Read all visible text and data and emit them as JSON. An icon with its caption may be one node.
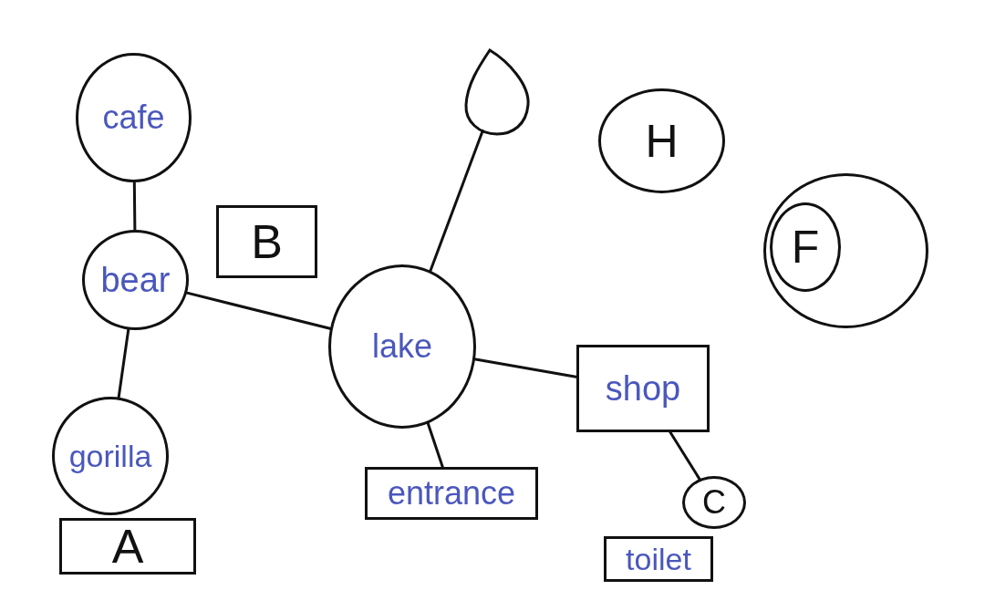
{
  "diagram": {
    "nodes": [
      {
        "text": [
          "cafe"
        ]
      },
      {
        "text": [],
        "shape": "drop"
      },
      {
        "text": [
          "H"
        ]
      },
      {
        "text": [
          "bear"
        ]
      },
      {
        "text": [
          "B"
        ]
      },
      {
        "text": [],
        "shape": "circle"
      },
      {
        "text": [
          "F"
        ],
        "in": 5
      },
      {
        "text": [
          "lake"
        ]
      },
      {
        "text": [
          "shop"
        ]
      },
      {
        "text": [
          "gorilla"
        ]
      },
      {
        "text": [
          "entrance"
        ]
      },
      {
        "text": [
          "C"
        ]
      },
      {
        "text": [
          "A"
        ]
      },
      {
        "text": [
          "toilet"
        ]
      }
    ],
    "edges": [
      {
        "from": 0,
        "to": 3,
        "arrow": "none"
      },
      {
        "from": 3,
        "to": 9,
        "arrow": "none"
      },
      {
        "from": 3,
        "to": 7,
        "arrow": "none"
      },
      {
        "from": 1,
        "to": 7,
        "arrow": "none"
      },
      {
        "from": 7,
        "to": 8,
        "arrow": "none"
      },
      {
        "from": 7,
        "to": 10,
        "arrow": "none"
      },
      {
        "from": 8,
        "to": 11,
        "arrow": "none"
      }
    ]
  }
}
